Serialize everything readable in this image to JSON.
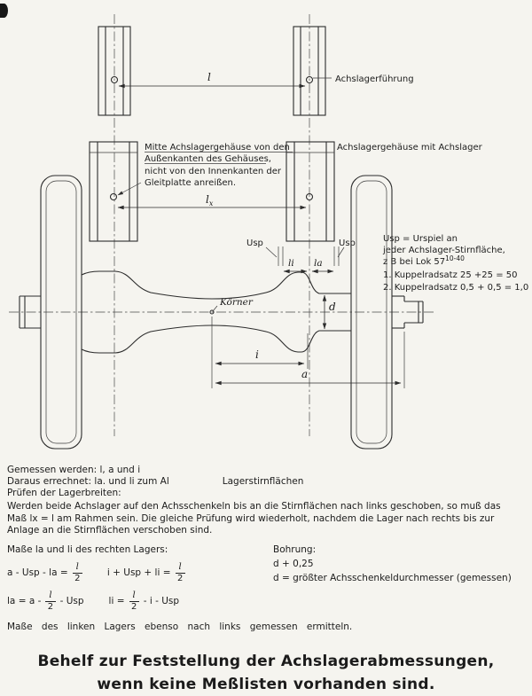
{
  "drawing": {
    "dims": {
      "l": "l",
      "lx_base": "l",
      "lx_sub": "x",
      "usp_left": "Usp",
      "usp_right": "Usp",
      "li": "li",
      "la": "la",
      "i": "i",
      "a": "a",
      "d": "d"
    },
    "labels": {
      "achslagerfuehrung": "Achslagerführung",
      "achslagergehaeuse": "Achslagergehäuse mit Achslager",
      "koerner": "Körner",
      "mitte_l1": "Mitte Achslagergehäuse von den",
      "mitte_l2": "Außenkanten des Gehäuses,",
      "mitte_l3": "nicht von den Innenkanten der",
      "mitte_l4": "Gleitplatte anreißen.",
      "usp_l1": "Usp = Urspiel an",
      "usp_l2": "jeder Achslager-Stirnfläche,",
      "usp_l3_base": "z B bei Lok 57",
      "usp_l3_sup": "10-40",
      "usp_l4": "1. Kuppelradsatz 25 +25 = 50",
      "usp_l5": "2. Kuppelradsatz 0,5 + 0,5 = 1,0"
    }
  },
  "notes": {
    "gemessen": "Gemessen werden: l, a und i",
    "daraus": "Daraus errechnet: la. und li zum Al",
    "lagerstirn": "Lagerstirnflächen",
    "pruefen": "Prüfen der Lagerbreiten:",
    "paragraph": "Werden beide Achslager auf den Achsschenkeln bis an die Stirnflächen nach links geschoben, so muß das Maß lx = l am Rahmen sein. Die gleiche Prüfung wird wiederholt, nachdem die Lager nach rechts bis zur Anlage an die Stirnflächen verschoben sind."
  },
  "calc": {
    "rechtes_header": "Maße la und li des rechten Lagers:",
    "bohrung_header": "Bohrung:",
    "bohrung_value": "d + 0,25",
    "bohrung_note": "d = größter Achsschenkeldurchmesser (gemessen)",
    "f1": {
      "lhs": "a - Usp - la =",
      "num": "l",
      "den": "2"
    },
    "f2": {
      "lhs": "i + Usp + li =",
      "num": "l",
      "den": "2"
    },
    "f3": {
      "pre": "la = a -",
      "num": "l",
      "den": "2",
      "post": "- Usp"
    },
    "f4": {
      "pre": "li =",
      "num": "l",
      "den": "2",
      "post": "- i - Usp"
    },
    "linkes": "Maße des linken Lagers ebenso nach links gemessen ermitteln."
  },
  "title": {
    "line1": "Behelf zur Feststellung der Achslagerabmessungen,",
    "line2": "wenn keine Meßlisten vorhanden sind."
  }
}
